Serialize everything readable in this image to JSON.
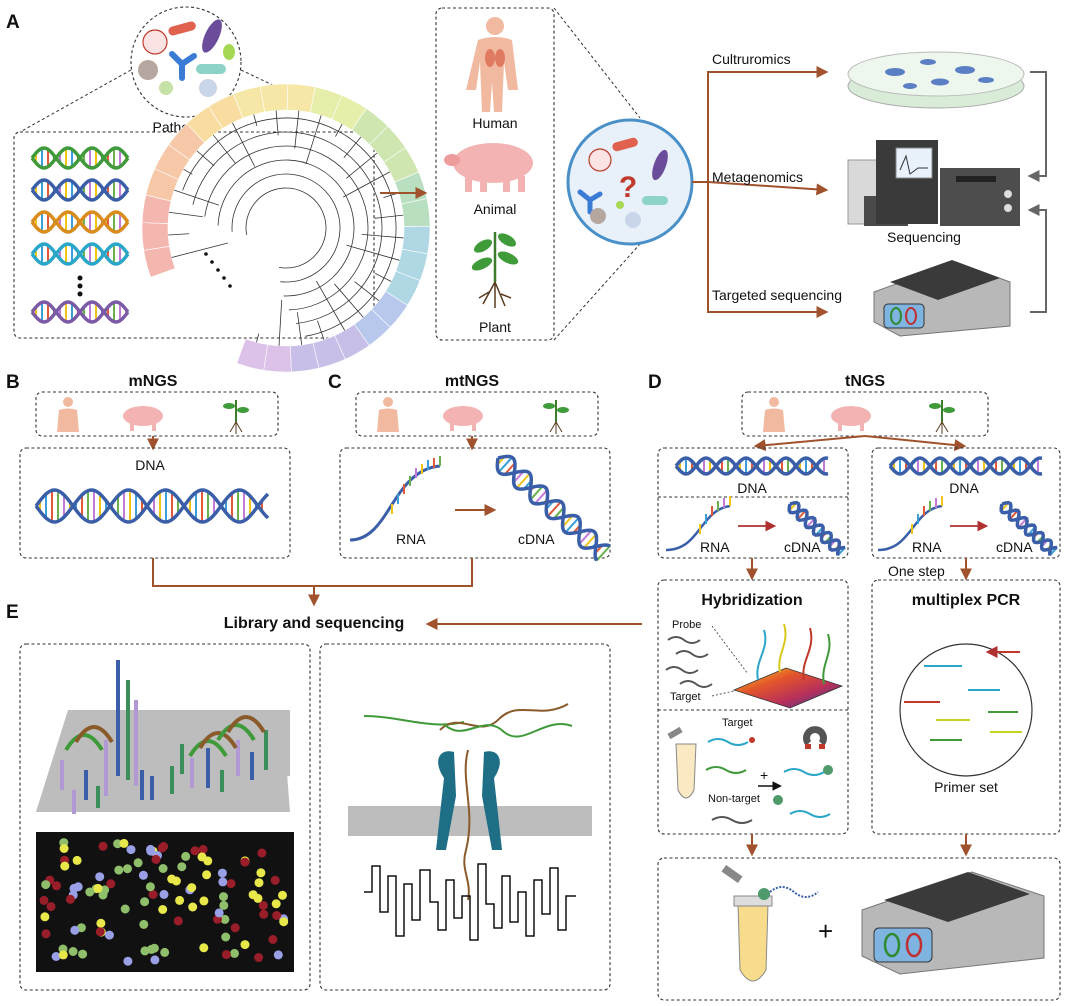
{
  "panels": {
    "a": "A",
    "b": "B",
    "c": "C",
    "d": "D",
    "e": "E"
  },
  "panel_a": {
    "pathogens": "Pathogens",
    "plus": "+",
    "human": "Human",
    "animal": "Animal",
    "plant": "Plant",
    "question": "?",
    "culturomics": "Cultruromics",
    "metagenomics": "Metagenomics",
    "targeted": "Targeted sequencing",
    "sequencing": "Sequencing"
  },
  "panel_b": {
    "title": "mNGS",
    "dna": "DNA"
  },
  "panel_c": {
    "title": "mtNGS",
    "rna": "RNA",
    "cdna": "cDNA"
  },
  "panel_d": {
    "title": "tNGS",
    "dna_left": "DNA",
    "rna_left": "RNA",
    "cdna_left": "cDNA",
    "dna_right": "DNA",
    "rna_right": "RNA",
    "cdna_right": "cDNA",
    "one_step": "One step",
    "hybridization": "Hybridization",
    "probe": "Probe",
    "target": "Target",
    "target2": "Target",
    "non_target": "Non-target",
    "multiplex": "multiplex PCR",
    "primer_set": "Primer set",
    "plus": "+"
  },
  "panel_e": {
    "library": "Library and sequencing"
  },
  "colors": {
    "arrow": "#a0522d",
    "gray_arrow": "#666666",
    "dna_blue": "#3a5fa8",
    "dna_green": "#3f9a3a",
    "dna_orange": "#d98b1c",
    "dna_cyan": "#2aa6c9",
    "dna_purple": "#7b5aa6"
  }
}
